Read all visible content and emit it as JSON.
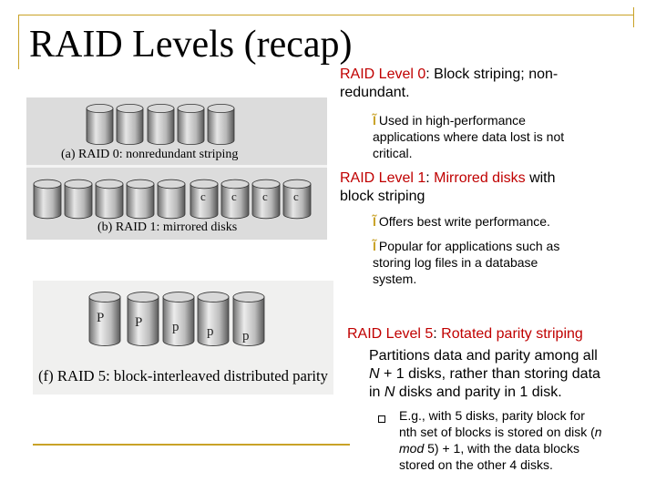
{
  "slide": {
    "title": "RAID Levels (recap)",
    "accent_color": "#c9a227",
    "highlight_color": "#c00000"
  },
  "figures": {
    "raid0_caption": "(a) RAID 0: nonredundant striping",
    "raid1_caption": "(b) RAID 1: mirrored disks",
    "raid1_mirror_label": "C",
    "raid5_caption": "(f) RAID 5: block-interleaved distributed parity",
    "raid5_labels": [
      "P",
      "P",
      "P",
      "P",
      "P"
    ]
  },
  "level0": {
    "name": "RAID Level 0",
    "desc1": ": Block striping; non-",
    "desc2": "redundant.",
    "bullet_icon": "arrow-bullet-icon",
    "bullet_text1": "Used in high-performance",
    "bullet_text2": "applications where data lost is not",
    "bullet_text3": "critical."
  },
  "level1": {
    "name": "RAID Level 1",
    "sep": ":  ",
    "desc_red": "Mirrored disks",
    "desc_black": " with",
    "desc2": "block striping",
    "bullet1": "Offers best write performance.",
    "bullet2_line1": "Popular for applications such as",
    "bullet2_line2": "storing log files in a database",
    "bullet2_line3": "system."
  },
  "level5": {
    "name": "RAID Level 5",
    "sep": ":  ",
    "desc": "Rotated parity striping",
    "para1": "Partitions data and parity among all",
    "para2_n": "N",
    "para2_rest": " + 1 disks, rather than storing data",
    "para3_pre": "in ",
    "para3_n": "N",
    "para3_rest": " disks and parity in 1 disk.",
    "sub_line1": "E.g., with 5 disks, parity block for",
    "sub_line2_a": "nth set of blocks is stored on disk (",
    "sub_line2_n": "n",
    "sub_line3_mod": "mod",
    "sub_line3_rest": " 5) + 1, with the data blocks",
    "sub_line4": "stored on the other 4 disks."
  }
}
